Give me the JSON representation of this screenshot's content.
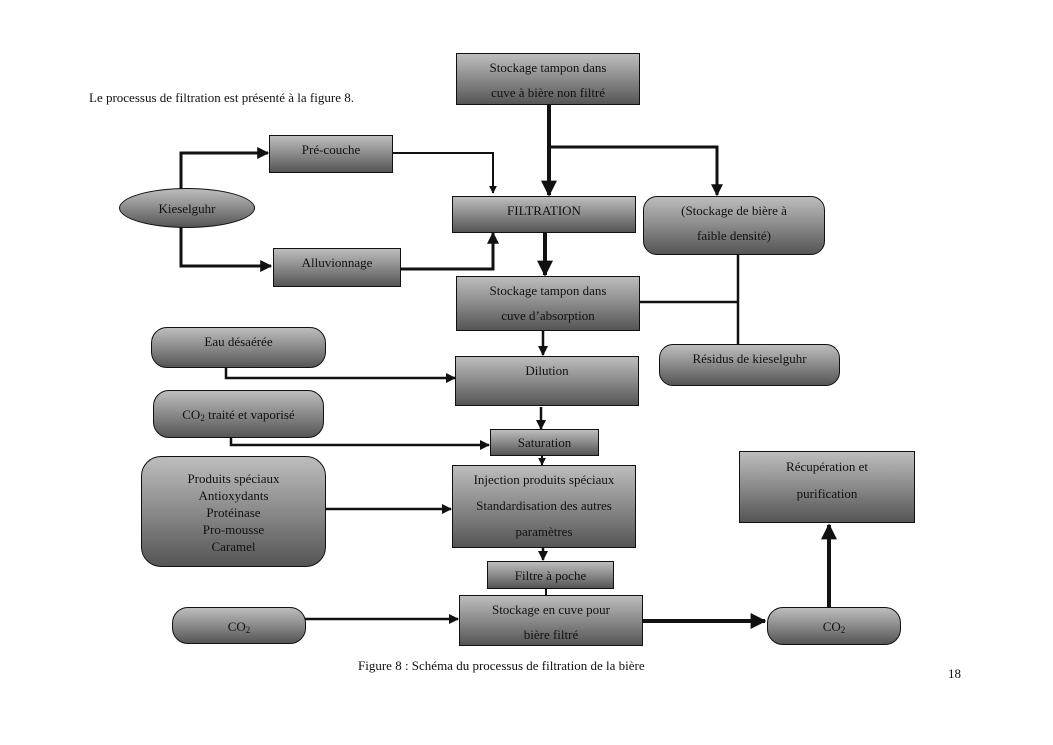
{
  "document": {
    "intro_text": "Le processus de filtration est présenté à la figure 8.",
    "caption": "Figure 8 : Schéma du processus de filtration de la bière",
    "page_number": "18"
  },
  "colors": {
    "box_gradient_top": "#bdbdbd",
    "box_gradient_bottom": "#555555",
    "stroke": "#111111"
  },
  "nodes": {
    "stockage_non_filtre": {
      "lines": [
        "Stockage tampon dans",
        "cuve à bière non filtré"
      ]
    },
    "pre_couche": {
      "lines": [
        "Pré-couche"
      ]
    },
    "kieselguhr": {
      "lines": [
        "Kieselguhr"
      ]
    },
    "alluvionnage": {
      "lines": [
        "Alluvionnage"
      ]
    },
    "filtration": {
      "lines": [
        "FILTRATION"
      ]
    },
    "faible_densite": {
      "lines": [
        "(Stockage de bière à",
        "faible densité)"
      ]
    },
    "stockage_absorption": {
      "lines": [
        "Stockage tampon dans",
        "cuve d’absorption"
      ]
    },
    "residus": {
      "lines": [
        "Résidus de kieselguhr"
      ]
    },
    "eau": {
      "lines": [
        "Eau désaérée"
      ]
    },
    "dilution": {
      "lines": [
        "Dilution"
      ]
    },
    "co2_traite": {
      "prefix": "CO",
      "sub": "2",
      "suffix": " traité et vaporisé"
    },
    "saturation": {
      "lines": [
        "Saturation"
      ]
    },
    "produits": {
      "lines": [
        "Produits spéciaux",
        "Antioxydants",
        "Protéinase",
        "Pro-mousse",
        "Caramel"
      ]
    },
    "injection": {
      "lines": [
        "Injection produits spéciaux",
        "Standardisation des autres",
        "paramètres"
      ]
    },
    "filtre_poche": {
      "lines": [
        "Filtre à poche"
      ]
    },
    "co2_in": {
      "prefix": "CO",
      "sub": "2",
      "suffix": ""
    },
    "stockage_filtre": {
      "lines": [
        "Stockage en cuve pour",
        "bière filtré"
      ]
    },
    "co2_out": {
      "prefix": "CO",
      "sub": "2",
      "suffix": ""
    },
    "recuperation": {
      "lines": [
        "Récupération et",
        "purification"
      ]
    }
  }
}
